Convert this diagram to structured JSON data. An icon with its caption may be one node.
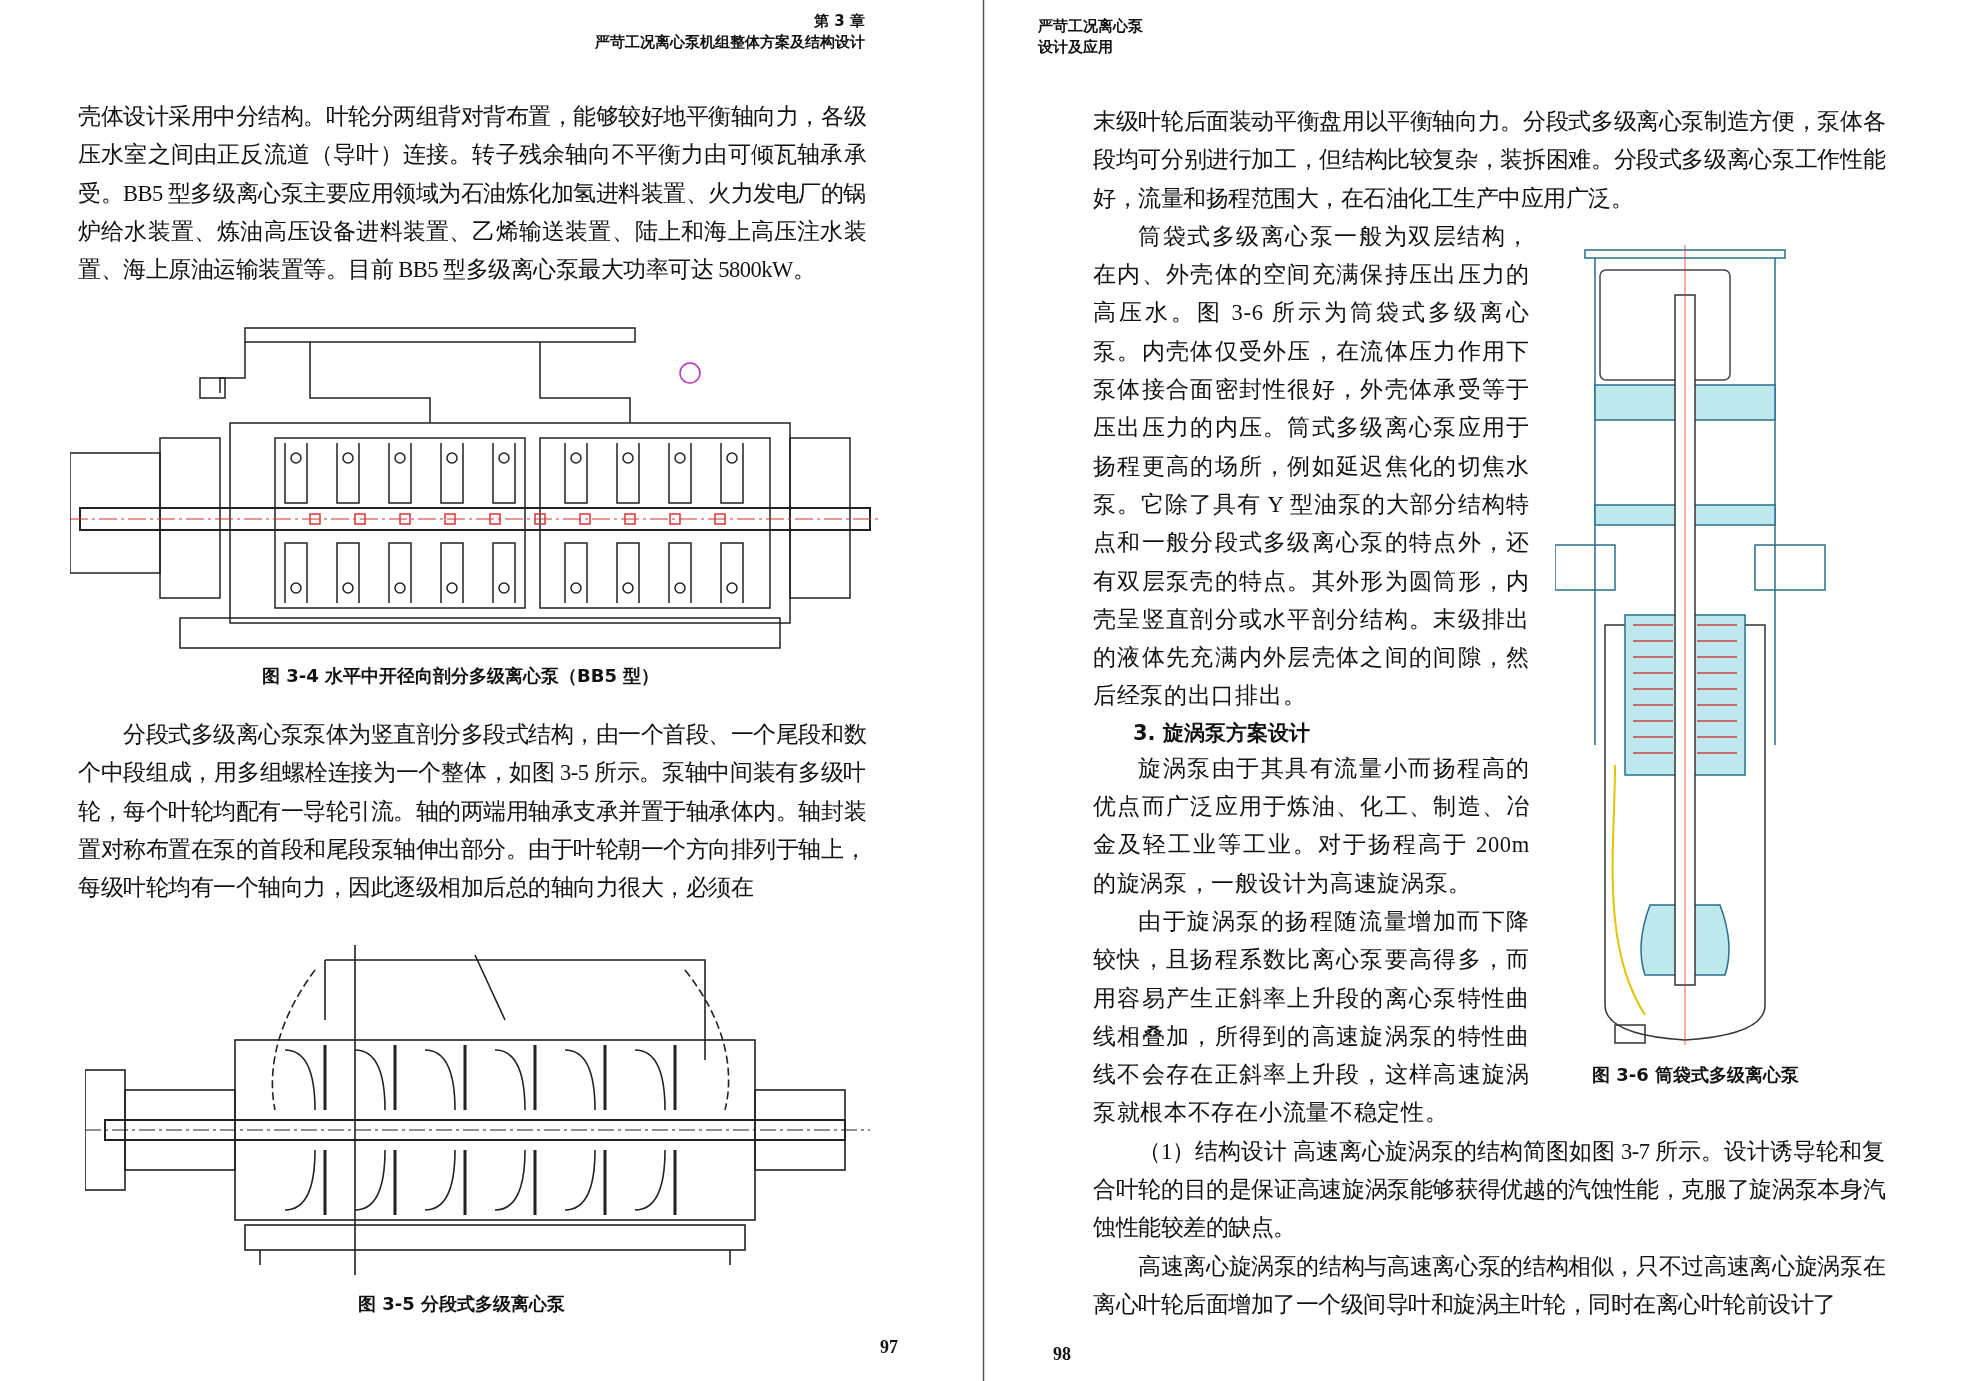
{
  "diagram": {
    "labels": [
      "第 3 章",
      "严苛工况离心泵机组整体方案及结构设计",
      "壳体设计采用中分结构。叶轮分两组背对背布置，能够较好地平衡轴向力，各级压水室之间由正反流道（导叶）连接。转子残余轴向不平衡力由可倾瓦轴承承受。BB5 型多级离心泵主要应用领域为石油炼化加氢进料装置、火力发电厂的锅炉给水装置、炼油高压设备进料装置、乙烯输送装置、陆上和海上高压注水装置、海上原油运输装置等。目前 BB5 型多级离心泵最大功率可达 5800kW。",
      "图 3-4 水平中开径向剖分多级离心泵（BB5 型）",
      "分段式多级离心泵泵体为竖直剖分多段式结构，由一个首段、一个尾段和数个中段组成，用多组螺栓连接为一个整体，如图 3-5 所示。泵轴中间装有多级叶轮，每个叶轮均配有一导轮引流。轴的两端用轴承支承并置于轴承体内。轴封装置对称布置在泵的首段和尾段泵轴伸出部分。由于叶轮朝一个方向排列于轴上，每级叶轮均有一个轴向力，因此逐级相加后总的轴向力很大，必须在",
      "图 3-5 分段式多级离心泵",
      "97",
      "严苛工况离心泵",
      "设计及应用",
      "末级叶轮后面装动平衡盘用以平衡轴向力。分段式多级离心泵制造方便，泵体各段均可分别进行加工，但结构比较复杂，装拆困难。分段式多级离心泵工作性能好，流量和扬程范围大，在石油化工生产中应用广泛。",
      "筒袋式多级离心泵一般为双层结构，在内、外壳体的空间充满保持压出压力的高压水。图 3-6 所示为筒袋式多级离心泵。内壳体仅受外压，在流体压力作用下泵体接合面密封性很好，外壳体承受等于压出压力的内压。筒式多级离心泵应用于扬程更高的场所，例如延迟焦化的切焦水泵。它除了具有 Y 型油泵的大部分结构特点和一般分段式多级离心泵的特点外，还有双层泵壳的特点。其外形为圆筒形，内壳呈竖直剖分或水平剖分结构。末级排出的液体先充满内外层壳体之间的间隙，然后经泵的出口排出。",
      "3. 旋涡泵方案设计",
      "旋涡泵由于其具有流量小而扬程高的优点而广泛应用于炼油、化工、制造、冶金及轻工业等工业。对于扬程高于 200m 的旋涡泵，一般设计为高速旋涡泵。",
      "由于旋涡泵的扬程随流量增加而下降较快，且扬程系数比离心泵要高得多，而用容易产生正斜率上升段的离心泵特性曲线相叠加，所得到的高速旋涡泵的特性曲线不会存在正斜率上升段，这样高速旋涡泵就根本不存在小流量不稳定性。",
      "图 3-6 筒袋式多级离心泵",
      "（1）结构设计 高速离心旋涡泵的结构简图如图 3-7 所示。设计诱导轮和复合叶轮的目的是保证高速旋涡泵能够获得优越的汽蚀性能，克服了旋涡泵本身汽蚀性能较差的缺点。",
      "高速离心旋涡泵的结构与高速离心泵的结构相似，只不过高速离心旋涡泵在离心叶轮后面增加了一个级间导叶和旋涡主叶轮，同时在离心叶轮前设计了",
      "98"
    ]
  }
}
